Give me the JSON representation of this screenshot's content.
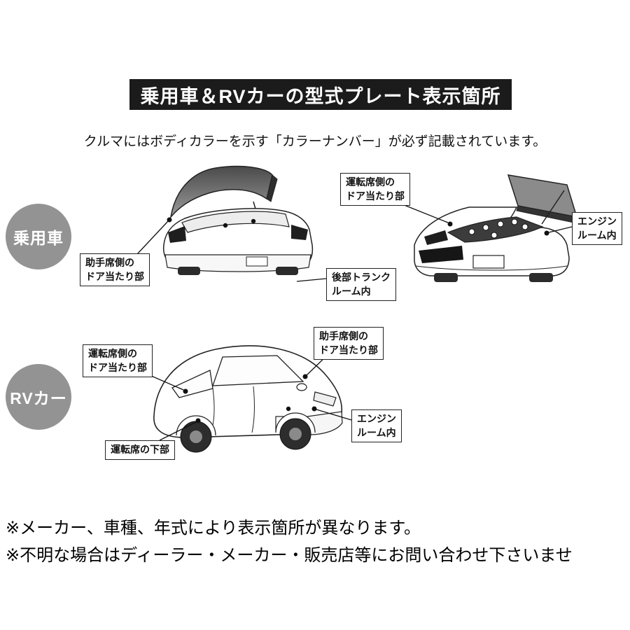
{
  "header": {
    "title": "乗用車＆RVカーの型式プレート表示箇所"
  },
  "intro": "クルマにはボディカラーを示す「カラーナンバー」が必ず記載されています。",
  "sections": {
    "passenger": {
      "badge": "乗用車",
      "labels": {
        "passenger_side_door": "助手席側の\nドア当たり部",
        "rear_trunk": "後部トランク\nルーム内",
        "driver_side_door": "運転席側の\nドア当たり部",
        "engine_room": "エンジン\nルーム内"
      }
    },
    "rv": {
      "badge": "RVカー",
      "labels": {
        "driver_side_door": "運転席側の\nドア当たり部",
        "passenger_side_door": "助手席側の\nドア当たり部",
        "engine_room": "エンジン\nルーム内",
        "under_driver_seat": "運転席の下部"
      }
    }
  },
  "notes": [
    "※メーカー、車種、年式により表示箇所が異なります。",
    "※不明な場合はディーラー・メーカー・販売店等にお問い合わせ下さいませ"
  ],
  "colors": {
    "header_bg": "#1b1b1b",
    "header_fg": "#ffffff",
    "badge_bg": "#939393",
    "line": "#111111"
  }
}
